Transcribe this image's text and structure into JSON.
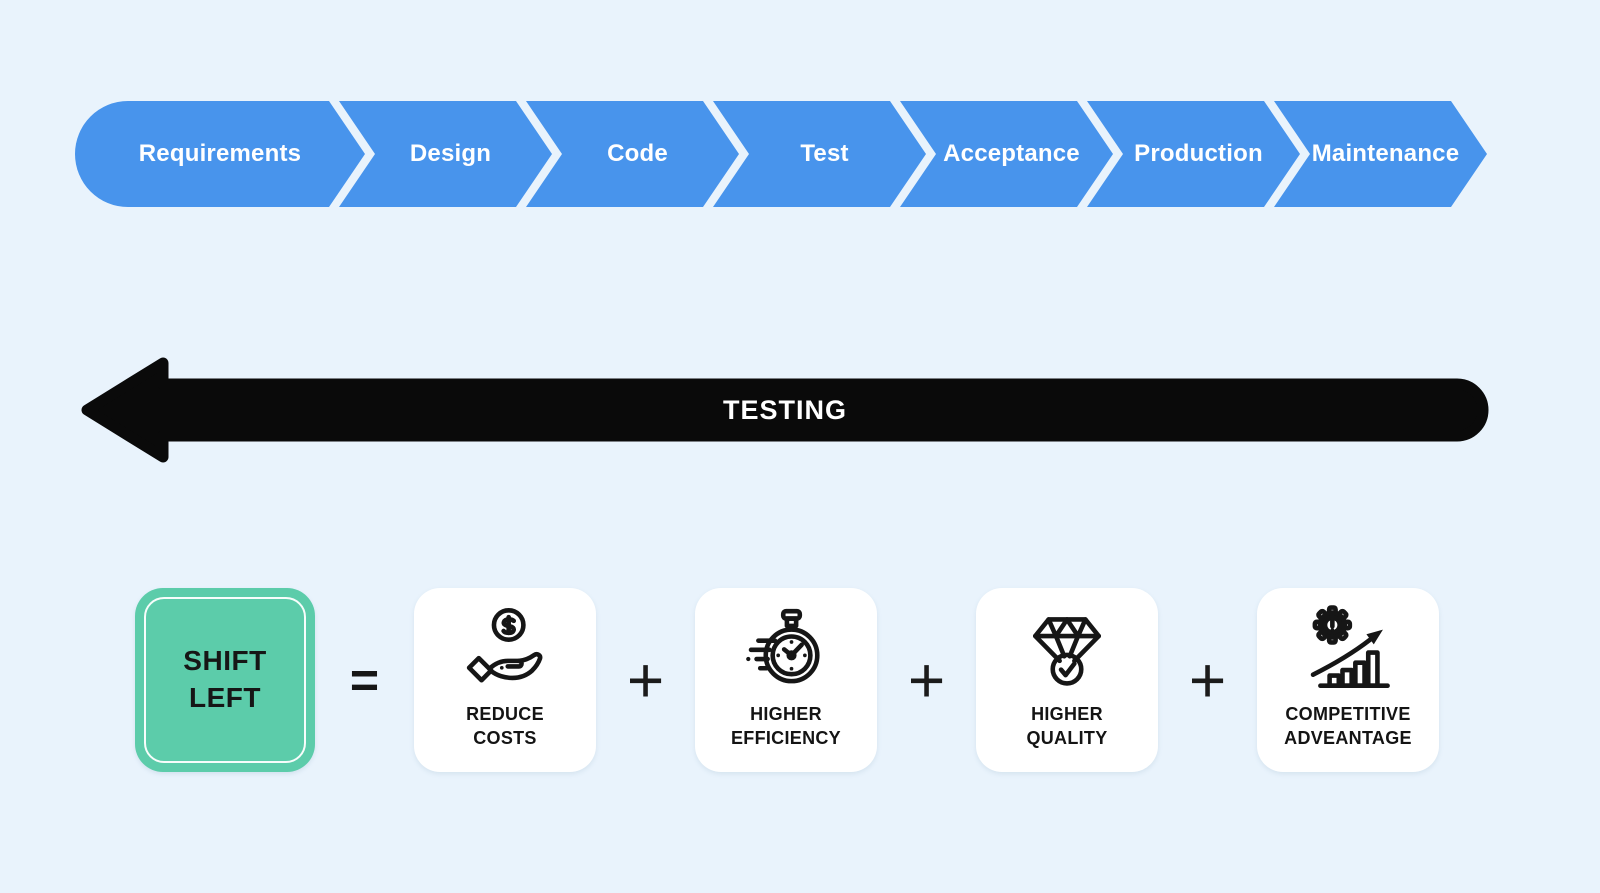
{
  "colors": {
    "background": "#e9f3fc",
    "pipeline_blue": "#4894ec",
    "arrow_black": "#0a0a0a",
    "shift_green": "#5cccaa",
    "card_white": "#ffffff",
    "text_dark": "#161616"
  },
  "pipeline": {
    "stages": [
      {
        "label": "Requirements"
      },
      {
        "label": "Design"
      },
      {
        "label": "Code"
      },
      {
        "label": "Test"
      },
      {
        "label": "Acceptance"
      },
      {
        "label": "Production"
      },
      {
        "label": "Maintenance"
      }
    ]
  },
  "testing_arrow": {
    "label": "TESTING",
    "direction": "left"
  },
  "equation": {
    "shift_box": {
      "line1": "SHIFT",
      "line2": "LEFT"
    },
    "equals_sign": "=",
    "plus_sign": "+",
    "benefits": [
      {
        "icon": "dollar-hand-icon",
        "line1": "REDUCE",
        "line2": "COSTS"
      },
      {
        "icon": "stopwatch-icon",
        "line1": "HIGHER",
        "line2": "EFFICIENCY"
      },
      {
        "icon": "diamond-badge-icon",
        "line1": "HIGHER",
        "line2": "QUALITY"
      },
      {
        "icon": "growth-gear-icon",
        "line1": "COMPETITIVE",
        "line2": "ADVEANTAGE"
      }
    ]
  }
}
